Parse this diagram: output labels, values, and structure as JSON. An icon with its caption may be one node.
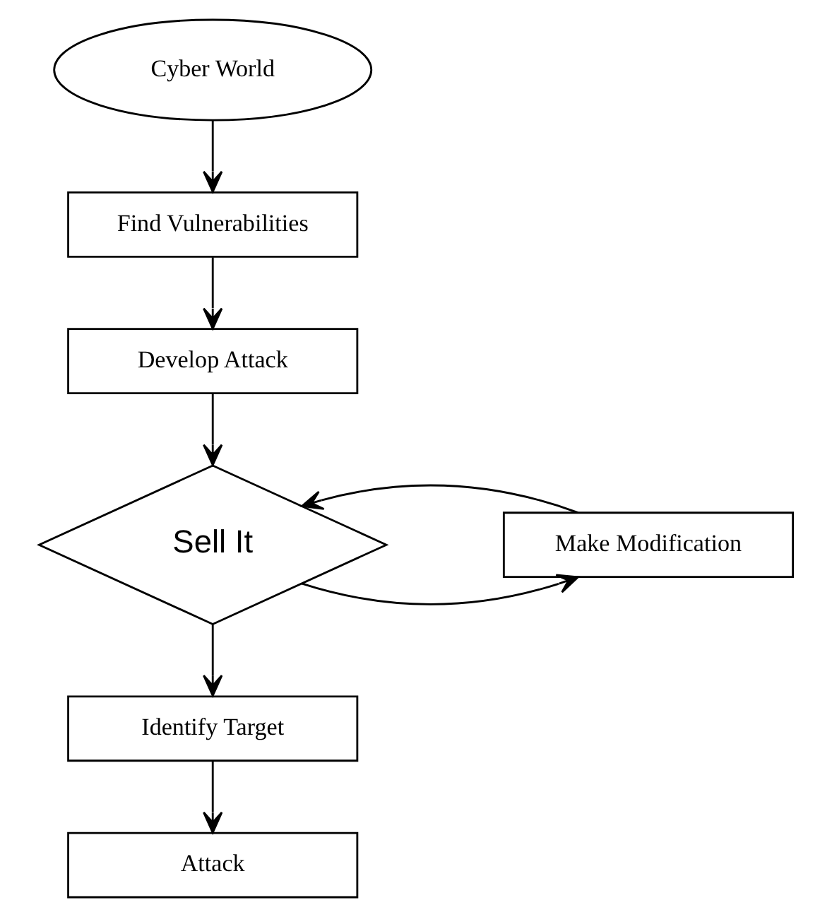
{
  "diagram": {
    "nodes": [
      {
        "text": [
          "Cyber World"
        ]
      },
      {
        "text": [
          "Find Vulnerabilities"
        ]
      },
      {
        "text": [
          "Develop Attack"
        ]
      },
      {
        "text": [
          "Sell It"
        ]
      },
      {
        "text": [
          "Make Modification"
        ]
      },
      {
        "text": [
          "Identify Target"
        ]
      },
      {
        "text": [
          "Attack"
        ]
      }
    ],
    "edges": [
      {
        "from": 0,
        "to": 1,
        "arrow": "to"
      },
      {
        "from": 1,
        "to": 2,
        "arrow": "to"
      },
      {
        "from": 2,
        "to": 3,
        "arrow": "to"
      },
      {
        "from": 3,
        "to": 4,
        "arrow": "to"
      },
      {
        "from": 4,
        "to": 3,
        "arrow": "to"
      },
      {
        "from": 3,
        "to": 5,
        "arrow": "to"
      },
      {
        "from": 5,
        "to": 6,
        "arrow": "to"
      }
    ]
  }
}
